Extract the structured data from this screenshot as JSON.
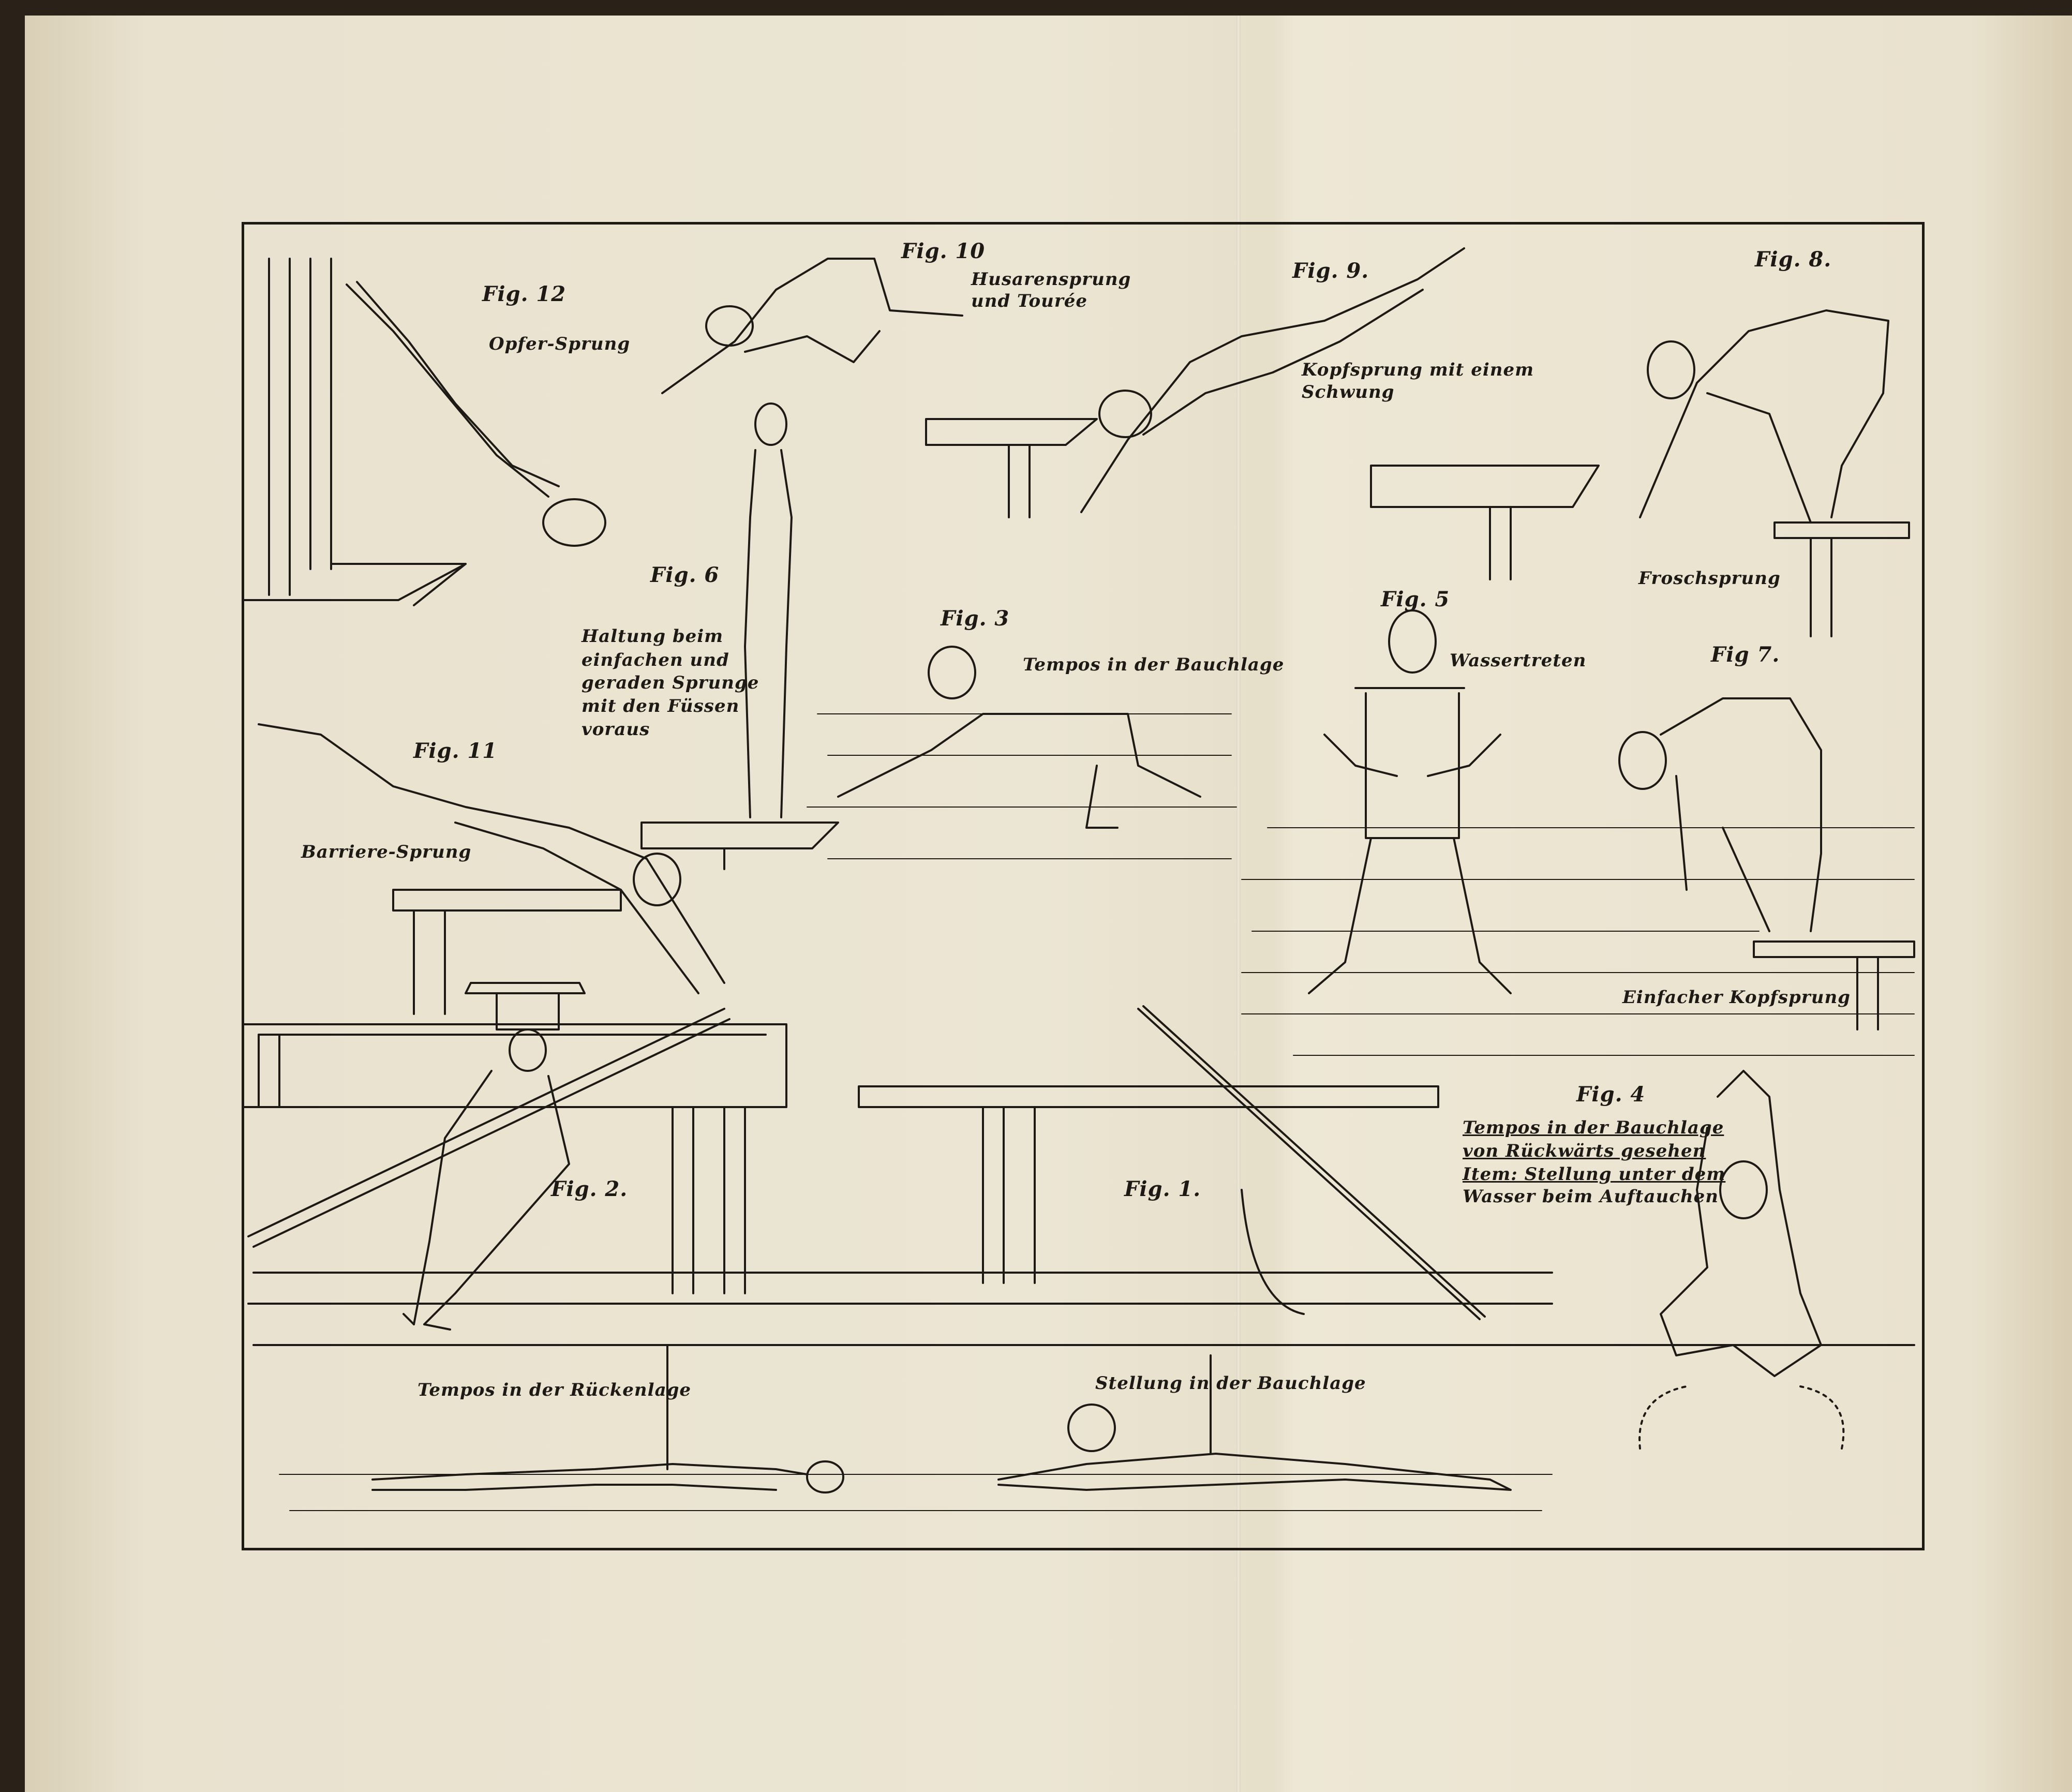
{
  "plate": {
    "figures": [
      {
        "fig": "Fig. 12",
        "caption": [
          "Opfer-Sprung"
        ]
      },
      {
        "fig": "Fig. 10",
        "caption": [
          "Husarensprung",
          "und Tourée"
        ]
      },
      {
        "fig": "Fig. 9.",
        "caption": [
          "Kopfsprung mit einem",
          "Schwung"
        ]
      },
      {
        "fig": "Fig. 8.",
        "caption": [
          "Froschsprung"
        ]
      },
      {
        "fig": "Fig. 6",
        "caption": [
          "Haltung beim",
          "einfachen und",
          "geraden Sprunge",
          "mit den Füssen",
          "voraus"
        ]
      },
      {
        "fig": "Fig. 3",
        "caption": [
          "Tempos in der Bauchlage"
        ]
      },
      {
        "fig": "Fig. 5",
        "caption": [
          "Wassertreten"
        ]
      },
      {
        "fig": "Fig 7.",
        "caption": [
          "Einfacher Kopfsprung"
        ]
      },
      {
        "fig": "Fig. 11",
        "caption": [
          "Barriere-Sprung"
        ]
      },
      {
        "fig": "Fig. 4",
        "caption": [
          "Tempos in der Bauchlage",
          "von Rückwärts gesehen",
          "Item: Stellung unter dem",
          "Wasser beim Auftauchen"
        ]
      },
      {
        "fig": "Fig. 2.",
        "caption": []
      },
      {
        "fig": "Fig. 1.",
        "caption": []
      }
    ],
    "bottom_captions": [
      "Tempos in der Rückenlage",
      "Stellung in der Bauchlage"
    ]
  },
  "colors": {
    "paper": "#ebe5d3",
    "ink": "#1d1a16"
  }
}
